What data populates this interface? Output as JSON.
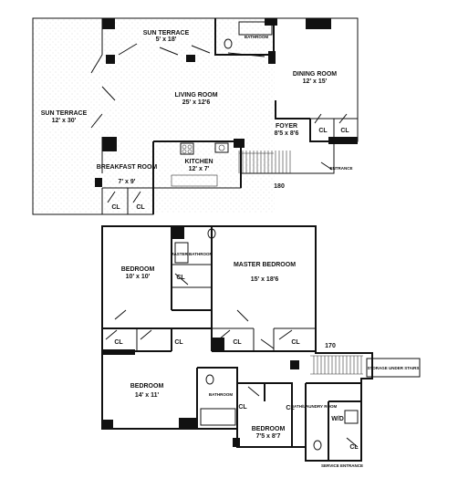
{
  "floor_180": {
    "unit_number": "180",
    "rooms": {
      "sun_terrace_top": {
        "name": "SUN TERRACE",
        "dims": "5' x 18'"
      },
      "bathroom": {
        "name": "BATHROOM"
      },
      "dining_room": {
        "name": "DINING ROOM",
        "dims": "12' x 15'"
      },
      "living_room": {
        "name": "LIVING ROOM",
        "dims": "25' x 12'6"
      },
      "sun_terrace_left": {
        "name": "SUN TERRACE",
        "dims": "12' x 30'"
      },
      "foyer": {
        "name": "FOYER",
        "dims": "8'5 x 8'6"
      },
      "kitchen": {
        "name": "KITCHEN",
        "dims": "12' x 7'"
      },
      "breakfast_room": {
        "name": "BREAKFAST ROOM",
        "dims": "7' x 9'"
      },
      "entrance": {
        "name": "ENTRANCE"
      }
    },
    "closets": [
      "CL",
      "CL",
      "CL",
      "CL"
    ]
  },
  "floor_170": {
    "unit_number": "170",
    "rooms": {
      "bedroom_1": {
        "name": "BEDROOM",
        "dims": "10' x 10'"
      },
      "master_bathroom": {
        "name": "MASTER BATHROOM"
      },
      "master_bedroom": {
        "name": "MASTER BEDROOM",
        "dims": "15' x 18'6"
      },
      "bedroom_2": {
        "name": "BEDROOM",
        "dims": "14' x 11'"
      },
      "bathroom": {
        "name": "BATHROOM"
      },
      "bedroom_3": {
        "name": "BEDROOM",
        "dims": "7'5 x 8'7"
      },
      "bath_laundry": {
        "name": "BATH/LAUNDRY ROOM"
      },
      "storage": {
        "name": "STORAGE UNDER STAIRS"
      },
      "service_entrance": {
        "name": "SERVICE ENTRANCE"
      },
      "wd": {
        "name": "W/D"
      }
    },
    "closets": [
      "CL",
      "CL",
      "CL",
      "CL",
      "CL",
      "CL",
      "CL",
      "CL"
    ]
  }
}
